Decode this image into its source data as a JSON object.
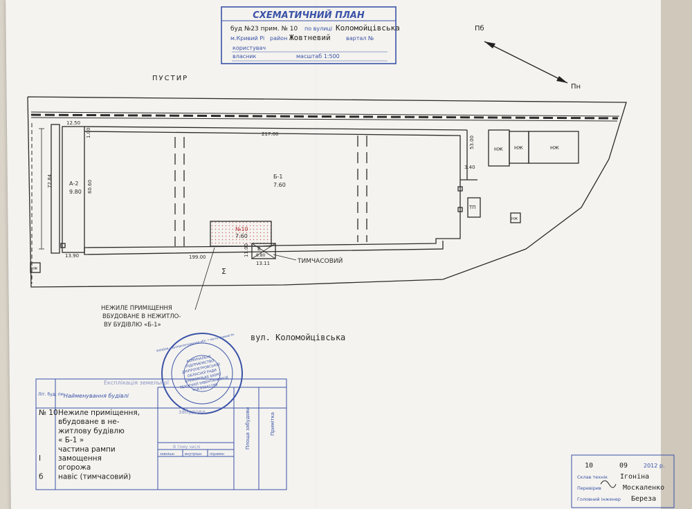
{
  "header_stamp": {
    "title": "СХЕМАТИЧНИЙ ПЛАН",
    "line1_prefix": "буд №23 прим. № 10",
    "line1_mid": "по вулиці",
    "line1_street": "Коломойцівська",
    "line2_city": "м.Кривий Рі",
    "line2_mid": "район",
    "line2_district": "Жовтневий",
    "line2_end": "вартал №",
    "line3": "користувач",
    "line4": "власник",
    "scale": "масштаб 1:500"
  },
  "north_arrow": {
    "top": "Пб",
    "bottom": "Пн"
  },
  "labels": {
    "wasteland": "ПУСТИР",
    "street": "вул. Коломойцівська",
    "temporary": "ТИМЧАСОВИЙ",
    "sigma": "Σ",
    "callout_1": "НЕЖИЛЕ ПРИМІЩЕННЯ",
    "callout_2": "ВБУДОВАНЕ В НЕЖИТЛО-",
    "callout_3": "ВУ БУДІВЛЮ «Б-1»"
  },
  "dimensions": {
    "top_left": "12.50",
    "top": "217.00",
    "left_outer": "72.84",
    "left_inner": "60.60",
    "bottom_left": "13.90",
    "bottom": "199.00",
    "right_top": "53.00",
    "right_small": "3.40",
    "annex_width": "13.11",
    "annex_height": "11.00",
    "upper_left_small": "1.00"
  },
  "blocks": {
    "a2_label": "А-2",
    "a2_height": "9.80",
    "b1_label": "Б-1",
    "b1_height": "7.60",
    "n10_label": "№10",
    "n10_height": "7.60",
    "v_label": "В",
    "v_height": "9.80",
    "nzh": "НЖ",
    "tp": "ТП"
  },
  "table": {
    "faded_title": "Експлікація земельної",
    "col_lit": "Літ. буд. пм",
    "col_name": "Найменування будівлі",
    "col_area": "Площа забудови",
    "col_note": "Примітка",
    "col_faded": "забудова",
    "sub_faded": "В тому числі",
    "sub_a": "зовнішн",
    "sub_b": "внутрішн",
    "sub_c": "підземн",
    "rows": [
      {
        "lit": "№ 10",
        "name": "Нежиле приміщення,"
      },
      {
        "lit": "",
        "name": "вбудоване в не-"
      },
      {
        "lit": "",
        "name": "житлову будівлю"
      },
      {
        "lit": "",
        "name": "« Б-1 »"
      },
      {
        "lit": "",
        "name": "частина рампи"
      },
      {
        "lit": "I",
        "name": "замощення"
      },
      {
        "lit": "",
        "name": "огорожа"
      },
      {
        "lit": "б",
        "name": "навіс (тимчасовий)"
      }
    ]
  },
  "signatures": {
    "date_day": "10",
    "date_month": "09",
    "date_year": "2012 р.",
    "tech_label": "Склав технік",
    "tech_name": "Ігоніна",
    "check_label": "Перевірив",
    "check_name": "Москаленко",
    "chief_label": "Головний інженер",
    "chief_name": "Береза"
  },
  "stamp_round": {
    "outer": "УКРАЇНА • Дніпропетровська обл. • місто Кривий Ріг",
    "inner_1": "КОМУНАЛЬНЕ",
    "inner_2": "ПІДПРИЄМСТВО",
    "inner_3": "ДНІПРОПЕТРОВСЬКОЇ",
    "inner_4": "ОБЛАСНОЇ РАДИ",
    "inner_5": "КРИВОРІЗЬКЕ БЮРО",
    "inner_6": "ТЕХНІЧНОЇ ІНВЕНТАРИЗАЦІЇ",
    "inner_7": "код 03341789"
  },
  "colors": {
    "ink": "#2a2a2a",
    "stamp_blue": "#3a52a8",
    "hatch_red": "#c86060"
  }
}
